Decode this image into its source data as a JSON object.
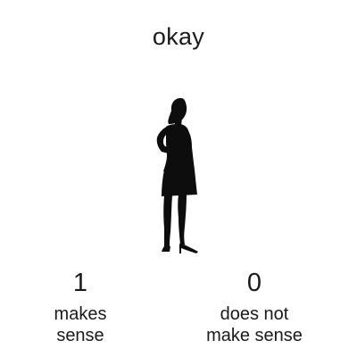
{
  "caption": "okay",
  "silhouette": {
    "icon": "woman-silhouette-icon",
    "color": "#0d0d0d"
  },
  "options": [
    {
      "number": "1",
      "line1": "makes",
      "line2": "sense"
    },
    {
      "number": "0",
      "line1": "does not",
      "line2": "make sense"
    }
  ]
}
